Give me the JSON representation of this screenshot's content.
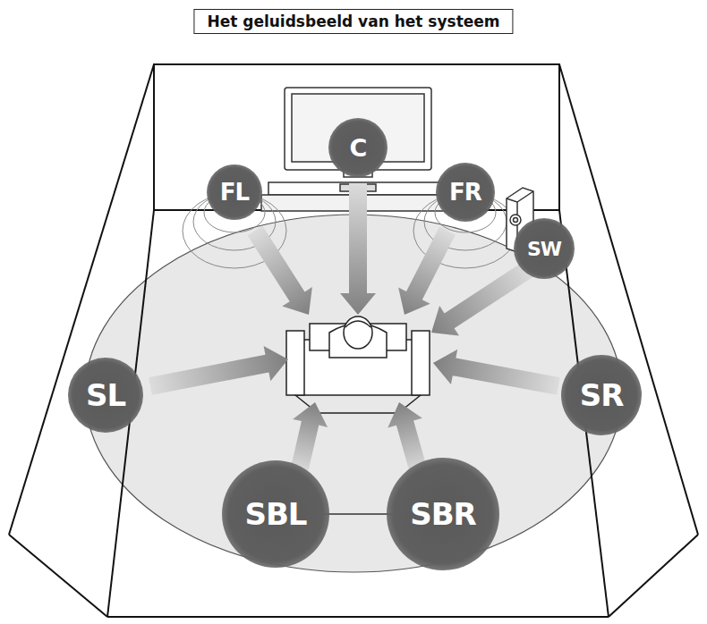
{
  "diagram": {
    "title": "Het geluidsbeeld van het systeem",
    "nodes": [
      {
        "text": [
          "C"
        ]
      },
      {
        "text": [
          "FL"
        ]
      },
      {
        "text": [
          "FR"
        ]
      },
      {
        "text": [
          "SW"
        ]
      },
      {
        "text": [
          "SL"
        ]
      },
      {
        "text": [
          "SR"
        ]
      },
      {
        "text": [
          "SBL"
        ]
      },
      {
        "text": [
          "SBR"
        ]
      }
    ]
  }
}
